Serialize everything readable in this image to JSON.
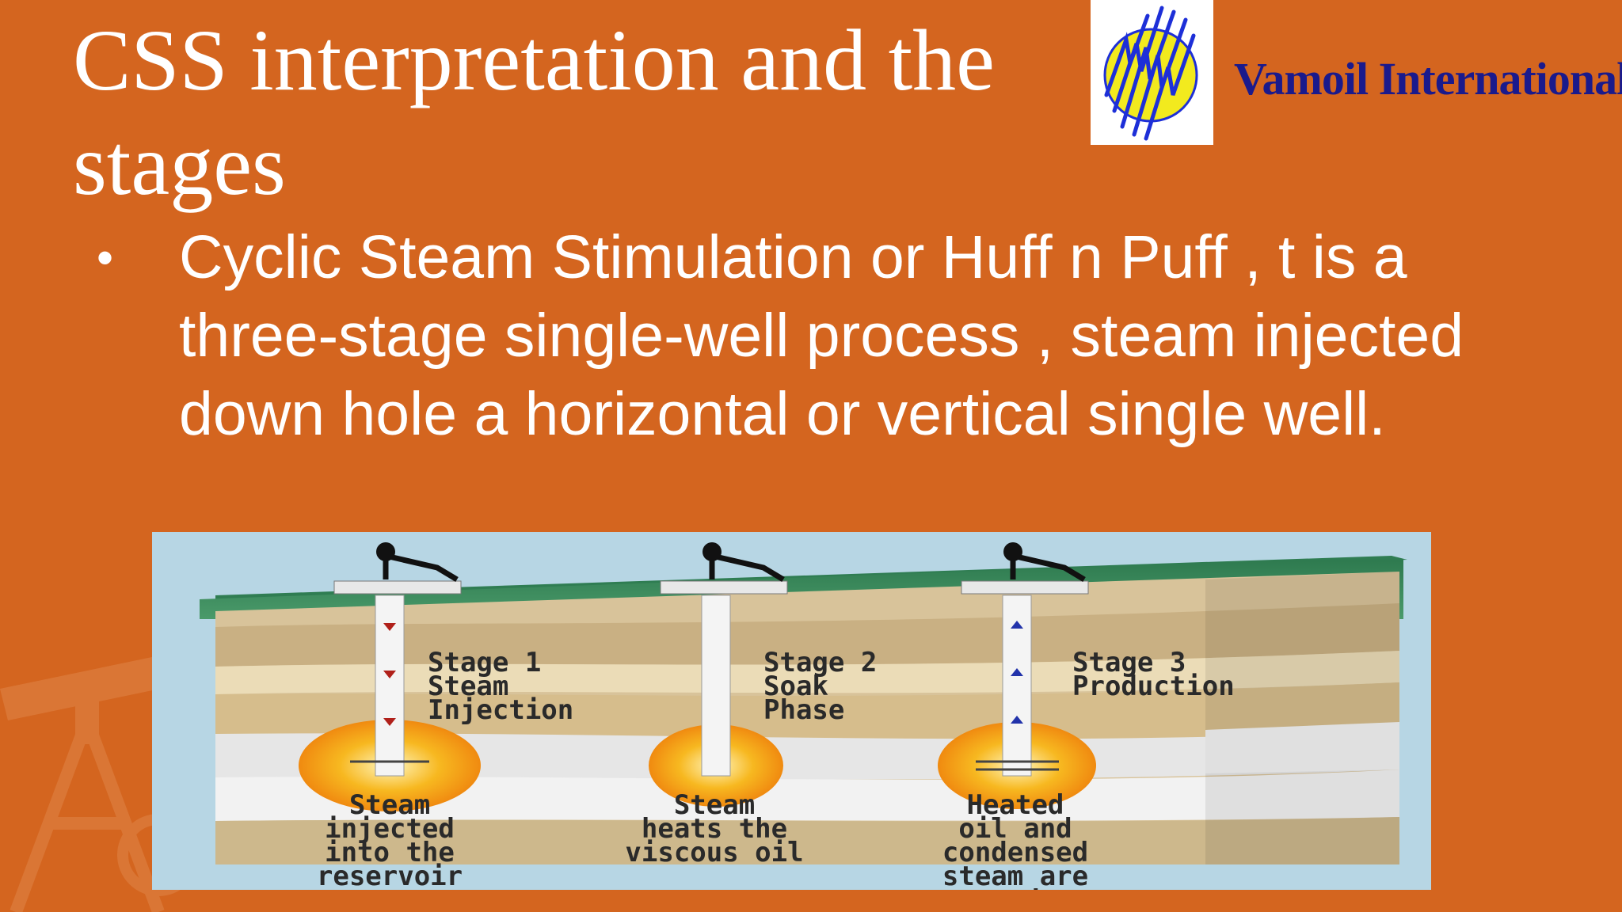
{
  "slide": {
    "title": "CSS interpretation and the stages",
    "brand_name": "Vamoil International",
    "bullet": "Cyclic Steam Stimulation or Huff n Puff , t is a three-stage single-well process , steam injected down hole a horizontal or vertical single well."
  },
  "diagram": {
    "stages": [
      {
        "title": "Stage 1\nSteam\nInjection",
        "caption": "Steam\ninjected\ninto the\nreservoir"
      },
      {
        "title": "Stage 2\nSoak\nPhase",
        "caption": "Steam\nheats the\nviscous oil"
      },
      {
        "title": "Stage 3\nProduction",
        "caption": "Heated\noil and\ncondensed\nsteam are\npumped to\nthe surface"
      }
    ]
  },
  "colors": {
    "background": "#d4651f",
    "title_text": "#ffffff",
    "brand_text": "#1a1a8c",
    "logo_yellow": "#f2ea1e",
    "logo_blue": "#1d2fd8"
  },
  "icons": {
    "logo": "yellow-circle-with-blue-streaks",
    "watermark": "oil-pumpjack-silhouette"
  }
}
